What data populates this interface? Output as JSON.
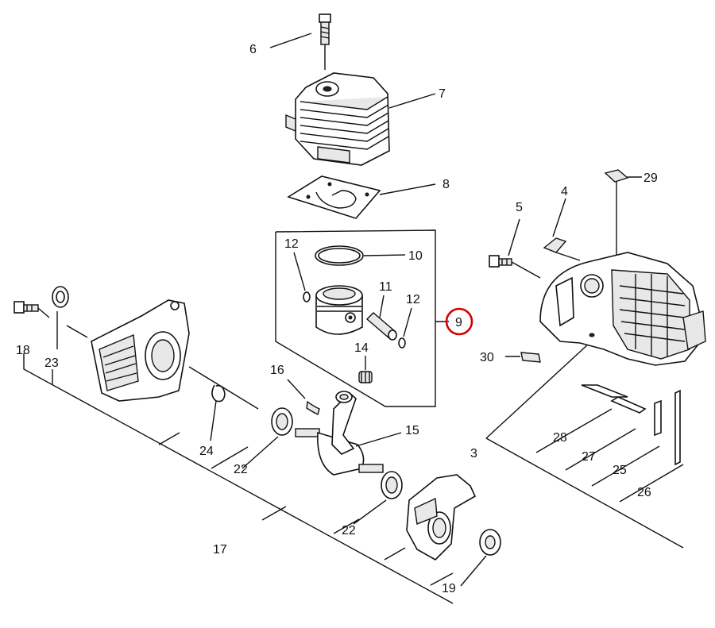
{
  "labels": {
    "l3": "3",
    "l4": "4",
    "l5": "5",
    "l6": "6",
    "l7": "7",
    "l8": "8",
    "l9": "9",
    "l10": "10",
    "l11": "11",
    "l12a": "12",
    "l12b": "12",
    "l14": "14",
    "l15": "15",
    "l16": "16",
    "l17": "17",
    "l18": "18",
    "l19": "19",
    "l22a": "22",
    "l22b": "22",
    "l23": "23",
    "l24": "24",
    "l25": "25",
    "l26": "26",
    "l27": "27",
    "l28": "28",
    "l29": "29",
    "l30": "30"
  },
  "highlight": {
    "label": "9",
    "color": "#d40000"
  }
}
